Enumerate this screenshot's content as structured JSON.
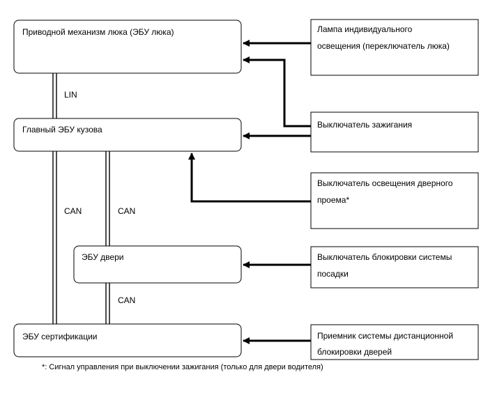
{
  "ecus": {
    "sunroof": "Приводной механизм люка (ЭБУ люка)",
    "body": "Главный ЭБУ кузова",
    "door": "ЭБУ двери",
    "cert": "ЭБУ сертификации"
  },
  "inputs": {
    "lamp": [
      "Лампа индивидуального",
      "освещения (переключатель люка)"
    ],
    "ignition": [
      "Выключатель зажигания"
    ],
    "courtesy": [
      "Выключатель освещения дверного",
      "проема*"
    ],
    "entry_lock": [
      "Выключатель блокировки системы",
      "посадки"
    ],
    "remote": [
      "Приемник системы дистанционной",
      "блокировки дверей"
    ]
  },
  "buses": {
    "lin": "LIN",
    "can_left": "CAN",
    "can_mid": "CAN",
    "can_door": "CAN"
  },
  "footnote": "*: Сигнал управления при выключении зажигания (только для двери водителя)"
}
